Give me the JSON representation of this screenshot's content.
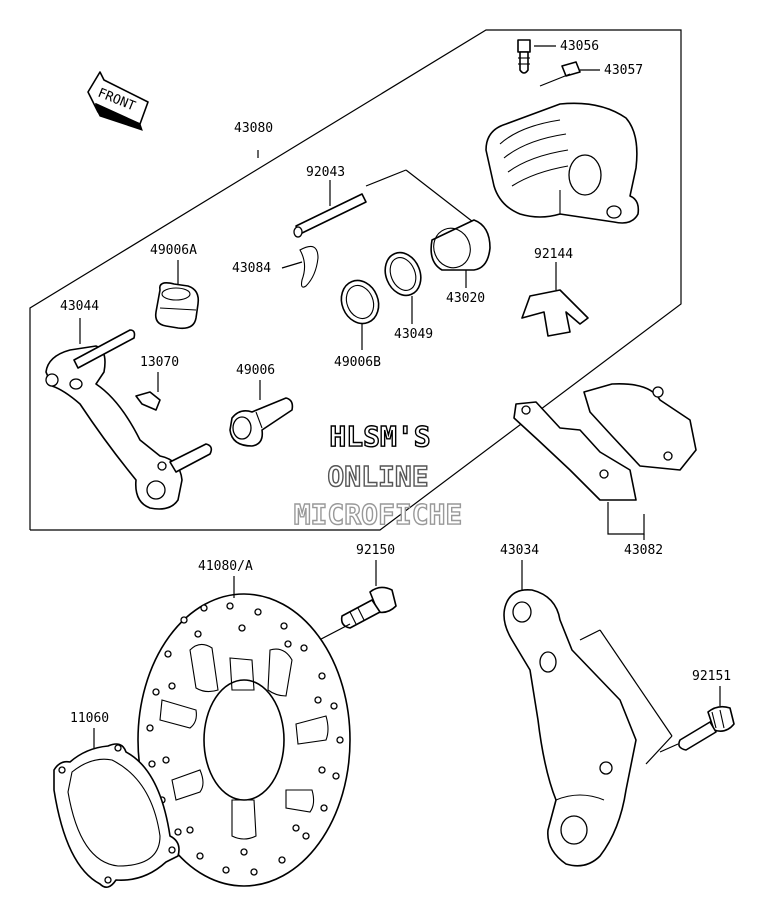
{
  "front_arrow": {
    "text": "FRONT",
    "icon": "front-arrow-icon"
  },
  "watermark": {
    "line1": "HLSM'S",
    "line2": "ONLINE",
    "line3": "MICROFICHE"
  },
  "parts": [
    {
      "id": "p43056",
      "number": "43056"
    },
    {
      "id": "p43057",
      "number": "43057"
    },
    {
      "id": "p43080",
      "number": "43080"
    },
    {
      "id": "p92043",
      "number": "92043"
    },
    {
      "id": "p49006A",
      "number": "49006A"
    },
    {
      "id": "p43084",
      "number": "43084"
    },
    {
      "id": "p92144",
      "number": "92144"
    },
    {
      "id": "p43044",
      "number": "43044"
    },
    {
      "id": "p43020",
      "number": "43020"
    },
    {
      "id": "p43049",
      "number": "43049"
    },
    {
      "id": "p13070",
      "number": "13070"
    },
    {
      "id": "p49006B",
      "number": "49006B"
    },
    {
      "id": "p49006",
      "number": "49006"
    },
    {
      "id": "p43082",
      "number": "43082"
    },
    {
      "id": "p92150",
      "number": "92150"
    },
    {
      "id": "p41080A",
      "number": "41080/A"
    },
    {
      "id": "p43034",
      "number": "43034"
    },
    {
      "id": "p92151",
      "number": "92151"
    },
    {
      "id": "p11060",
      "number": "11060"
    }
  ]
}
